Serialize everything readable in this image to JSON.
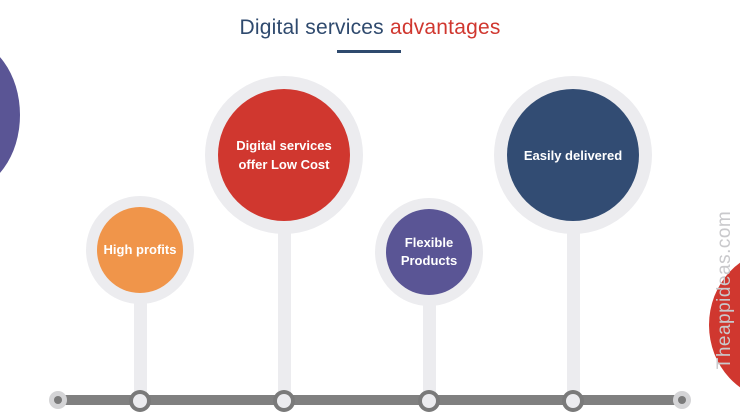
{
  "title": {
    "part1": "Digital services",
    "part2": "advantages",
    "part1_color": "#2f4a6e",
    "part2_color": "#d0372f"
  },
  "items": [
    {
      "label_line1": "High profits",
      "label_line2": "",
      "color": "#f0954a",
      "size": "small"
    },
    {
      "label_line1": "Digital services",
      "label_line2": "offer Low Cost",
      "color": "#d0372f",
      "size": "large"
    },
    {
      "label_line1": "Flexible",
      "label_line2": "Products",
      "color": "#5a5595",
      "size": "small"
    },
    {
      "label_line1": "Easily delivered",
      "label_line2": "",
      "color": "#324c73",
      "size": "large"
    }
  ],
  "decorations": {
    "left_circle_color": "#5a5595",
    "right_circle_color": "#d0372f",
    "ring_color": "#ececef",
    "timeline_color": "#808080"
  },
  "watermark": "Theappideas.com"
}
